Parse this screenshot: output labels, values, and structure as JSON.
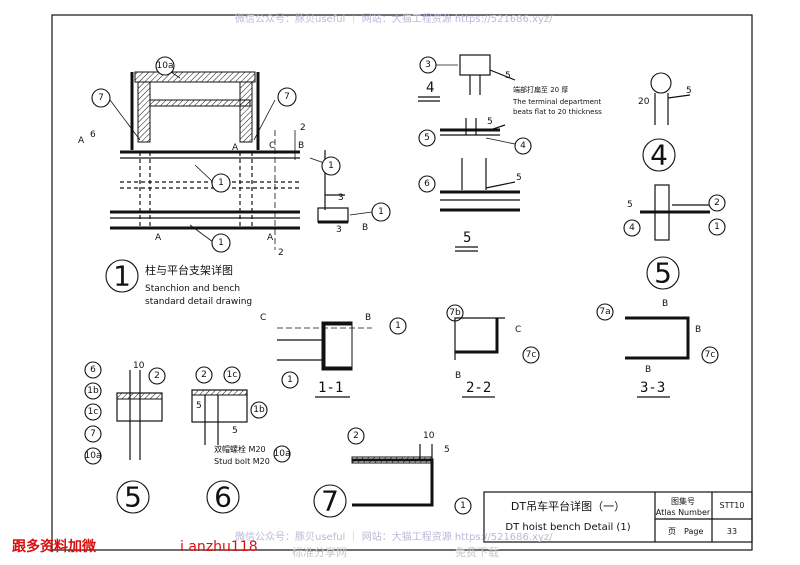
{
  "watermark_top": "微信公众号：豚贝useful ｜ 网站：大猫工程资源 https://521686.xyz/",
  "watermark_bottom": "微信公众号：豚贝useful ｜ 网站：大猫工程资源 https://521686.xyz/",
  "bottom_left_red": "跟多资料加微",
  "bottom_red_id": "i anzhu118",
  "bottom_grey_1": "标准分享网",
  "bottom_grey_2": "免费下载",
  "title_block": {
    "title_cn": "DT吊车平台详图（一）",
    "title_en": "DT hoist bench Detail (1)",
    "atlas_cn": "图集号",
    "atlas_en": "Atlas Number",
    "atlas_value": "STT10",
    "page_cn": "页",
    "page_en": "Page",
    "page_value": "33"
  },
  "detail1": {
    "number": "1",
    "title_cn": "柱与平台支架详图",
    "title_en_1": "Stanchion and bench",
    "title_en_2": "standard detail drawing"
  },
  "labels": {
    "m10a": "10a",
    "m7": "7",
    "m1": "1",
    "m2": "2",
    "m3": "3",
    "m4": "4",
    "m5": "5",
    "m6": "6",
    "m1b": "1b",
    "m1c": "1c",
    "m7a": "7a",
    "m7b": "7b",
    "m7c": "7c",
    "A": "A",
    "B": "B",
    "C": "C",
    "weld6": "6",
    "weld5": "5",
    "dim10": "10",
    "dim20": "20",
    "num3": "3",
    "num2": "2"
  },
  "notes": {
    "terminal_cn": "端部打扁至 20 厚",
    "terminal_en_1": "The terminal department",
    "terminal_en_2": "beats flat to 20 thickness",
    "bolt_cn": "双帽螺栓 M20",
    "bolt_en": "Stud bolt M20"
  },
  "sections": {
    "s11": "1-1",
    "s22": "2-2",
    "s33": "3-3"
  },
  "details_big": {
    "d4": "4",
    "d5a": "5",
    "d5b": "5",
    "d6": "6",
    "d7": "7",
    "d4s": "4",
    "d5s": "5"
  }
}
